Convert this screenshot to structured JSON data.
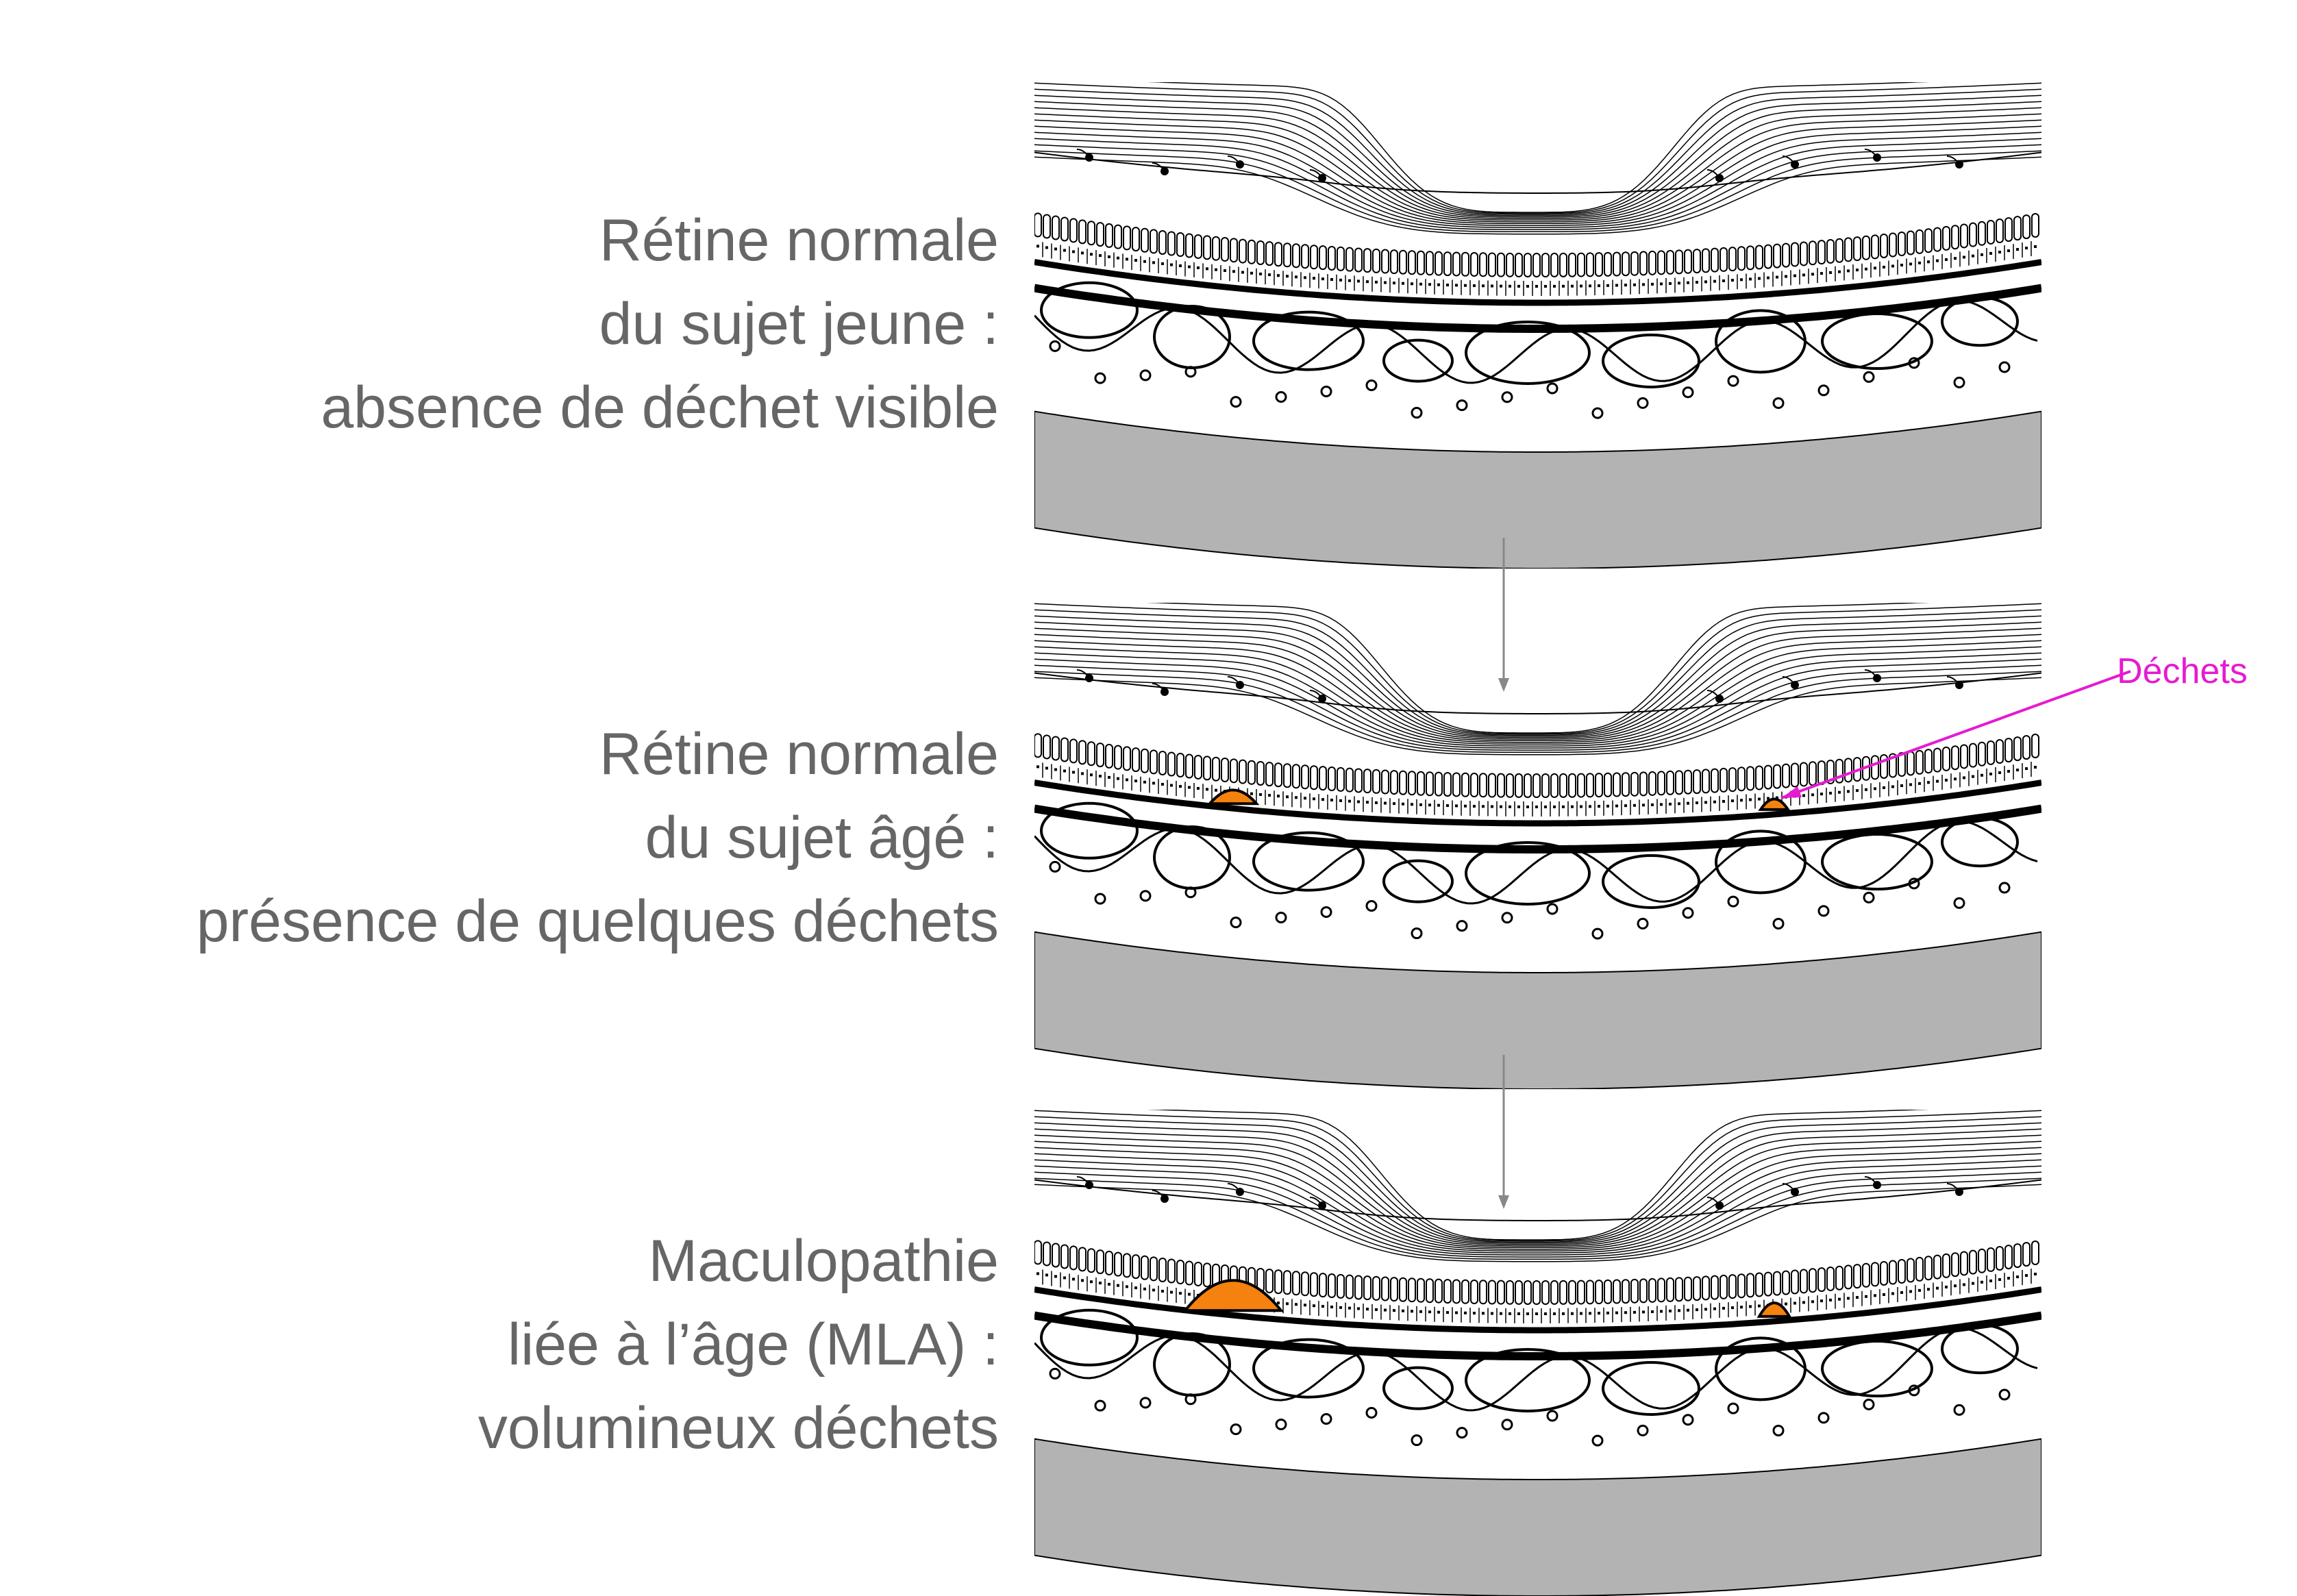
{
  "captions": [
    {
      "lines": [
        "Rétine normale",
        "du sujet jeune :",
        "absence de déchet visible"
      ]
    },
    {
      "lines": [
        "Rétine normale",
        "du sujet âgé :",
        "présence de quelques déchets"
      ]
    },
    {
      "lines": [
        "Maculopathie",
        "liée à l’âge (MLA) :",
        "volumineux déchets"
      ]
    }
  ],
  "callout": {
    "label": "Déchets"
  },
  "colors": {
    "text": "#666666",
    "waste": "#f5820f",
    "callout": "#e61ad2",
    "sclera": "#b3b3b3",
    "line": "#000000",
    "arrow": "#888888"
  },
  "waste_level": [
    "none",
    "small",
    "large"
  ]
}
